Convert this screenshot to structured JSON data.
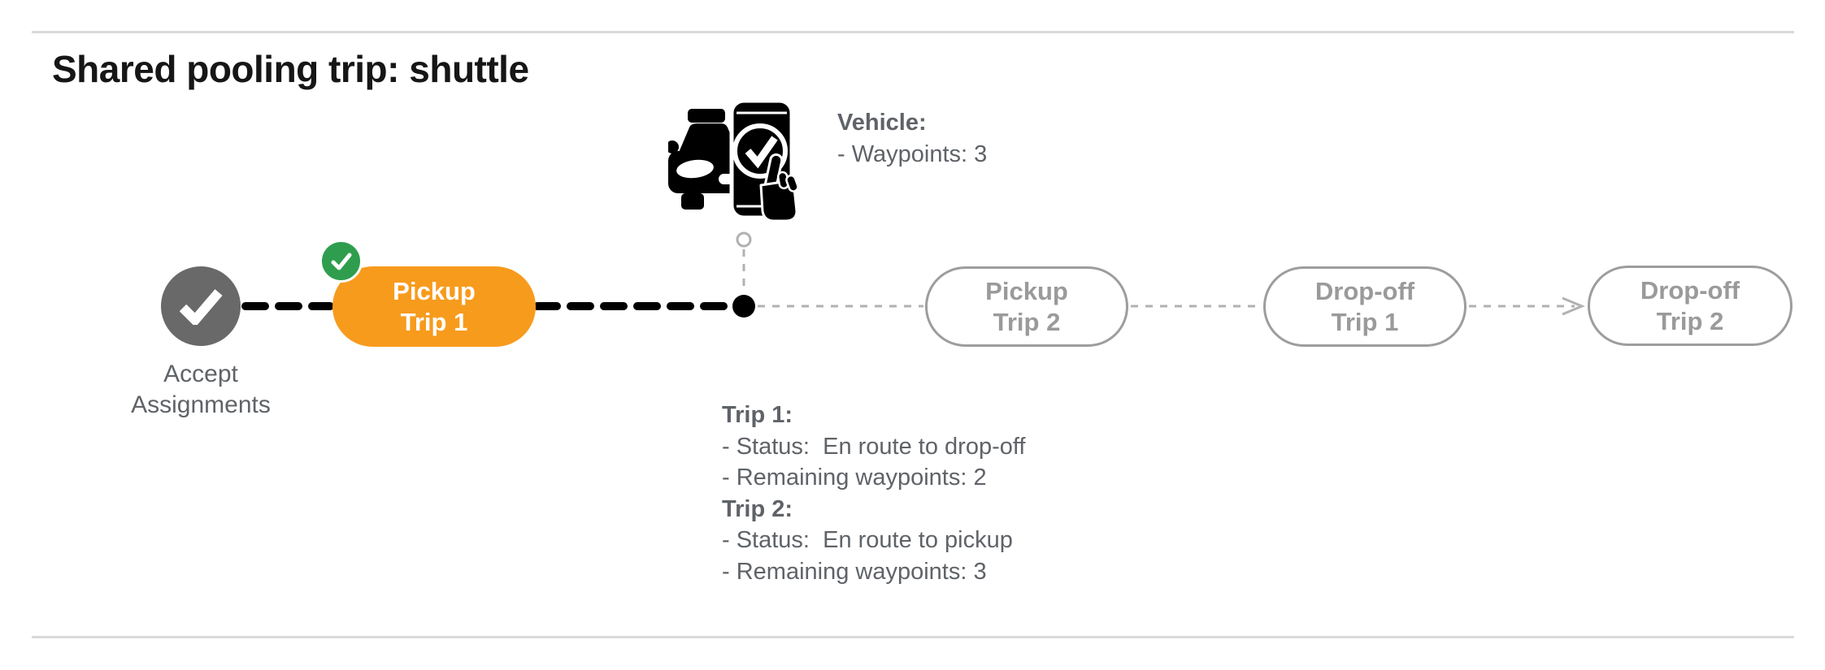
{
  "title": "Shared pooling trip: shuttle",
  "vehicle_info": {
    "heading": "Vehicle:",
    "waypoints_line": "- Waypoints: 3"
  },
  "timeline": {
    "accept_node": {
      "label": "Accept Assignments",
      "state": "completed"
    },
    "pills": [
      {
        "line1": "Pickup",
        "line2": "Trip 1",
        "state": "active-completed-pickup"
      },
      {
        "line1": "Pickup",
        "line2": "Trip 2",
        "state": "upcoming"
      },
      {
        "line1": "Drop-off",
        "line2": "Trip 1",
        "state": "upcoming"
      },
      {
        "line1": "Drop-off",
        "line2": "Trip 2",
        "state": "upcoming"
      }
    ]
  },
  "trip_status": {
    "trip1": {
      "heading": "Trip 1:",
      "status_line": "- Status:  En route to drop-off",
      "waypoints_line": "- Remaining waypoints: 2"
    },
    "trip2": {
      "heading": "Trip 2:",
      "status_line": "- Status:  En route to pickup",
      "waypoints_line": "- Remaining waypoints: 3"
    }
  },
  "colors": {
    "active_pill_orange": "#F79B1D",
    "done_badge_green": "#2E9E4E",
    "done_node_gray": "#696969",
    "muted_text_gray": "#5f6368",
    "pending_outline_gray": "#9d9d9d",
    "dashed_connector_gray": "#b1b1b1",
    "rule_gray": "#d9d9d9"
  }
}
